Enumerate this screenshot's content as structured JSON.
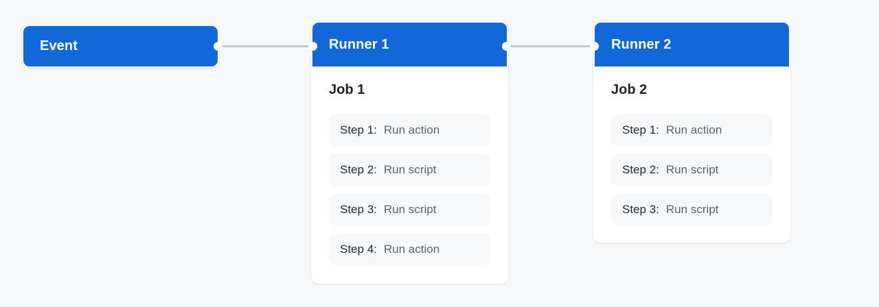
{
  "colors": {
    "accent_blue": "#1169d9",
    "canvas_background": "#f6f8fa",
    "card_background": "#ffffff",
    "step_background": "#f6f8fa",
    "connector_line": "#c3c9d0",
    "connection_dot": "#ffffff",
    "step_label_text": "#24292f",
    "step_value_text": "#59626d",
    "job_title_text": "#1f2328",
    "node_title_text": "#ffffff"
  },
  "diagram": {
    "event": {
      "title": "Event"
    },
    "runner1": {
      "title": "Runner 1",
      "job_title": "Job 1",
      "steps": [
        {
          "label": "Step 1:",
          "value": "Run action"
        },
        {
          "label": "Step 2:",
          "value": "Run script"
        },
        {
          "label": "Step 3:",
          "value": "Run script"
        },
        {
          "label": "Step 4:",
          "value": "Run action"
        }
      ]
    },
    "runner2": {
      "title": "Runner 2",
      "job_title": "Job 2",
      "steps": [
        {
          "label": "Step 1:",
          "value": "Run action"
        },
        {
          "label": "Step 2:",
          "value": "Run script"
        },
        {
          "label": "Step 3:",
          "value": "Run script"
        }
      ]
    }
  }
}
